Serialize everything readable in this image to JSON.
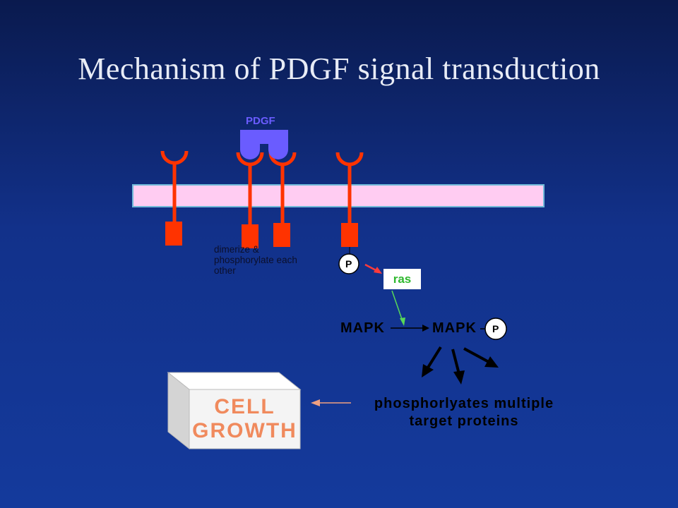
{
  "slide": {
    "title": "Mechanism of PDGF signal transduction"
  },
  "labels": {
    "ligand": "PDGF",
    "dimerize_line1": "dimerize &",
    "dimerize_line2": "phosphorylate each",
    "dimerize_line3": "other",
    "phospho": "P",
    "ras": "ras",
    "mapk_left": "MAPK",
    "mapk_right": "MAPK",
    "targets_line1": "phosphorlyates multiple",
    "targets_line2": "target proteins",
    "growth_line1": "CELL",
    "growth_line2": "GROWTH"
  },
  "colors": {
    "background": "#12318a",
    "receptor": "#ff3300",
    "membrane": "#ffccf2",
    "ligand": "#6a5cff",
    "ras_text": "#2eb82e",
    "red_arrow": "#ff3b3b",
    "green_arrow": "#58d858",
    "growth_text": "#f08a5d",
    "orange_arrow": "#f0a080"
  }
}
